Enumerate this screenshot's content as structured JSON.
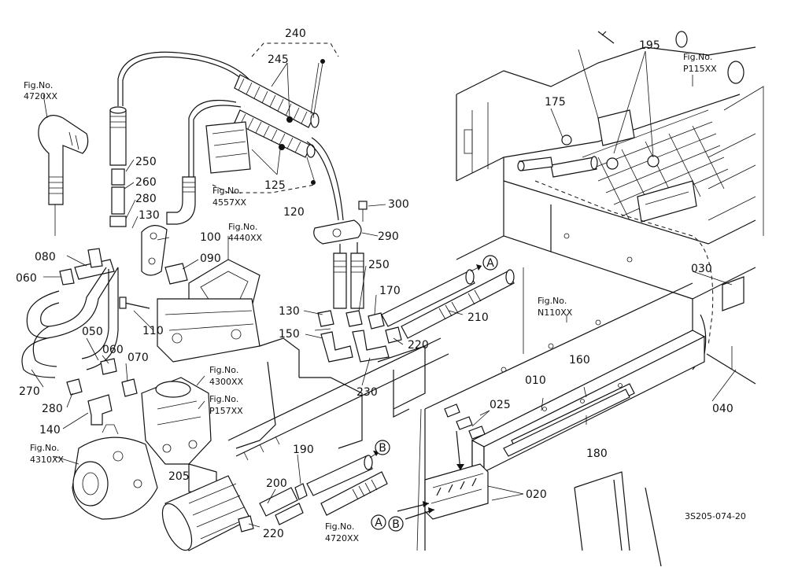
{
  "drawing_code": "3S205-074-20",
  "part_labels": [
    {
      "id": "p240",
      "text": "240"
    },
    {
      "id": "p245",
      "text": "245"
    },
    {
      "id": "p195",
      "text": "195"
    },
    {
      "id": "p175",
      "text": "175"
    },
    {
      "id": "p250a",
      "text": "250"
    },
    {
      "id": "p260",
      "text": "260"
    },
    {
      "id": "p280a",
      "text": "280"
    },
    {
      "id": "p130a",
      "text": "130"
    },
    {
      "id": "p125",
      "text": "125"
    },
    {
      "id": "p120",
      "text": "120"
    },
    {
      "id": "p300",
      "text": "300"
    },
    {
      "id": "p290",
      "text": "290"
    },
    {
      "id": "p100",
      "text": "100"
    },
    {
      "id": "p090",
      "text": "090"
    },
    {
      "id": "p080",
      "text": "080"
    },
    {
      "id": "p060a",
      "text": "060"
    },
    {
      "id": "p250b",
      "text": "250"
    },
    {
      "id": "p170",
      "text": "170"
    },
    {
      "id": "p210",
      "text": "210"
    },
    {
      "id": "p030",
      "text": "030"
    },
    {
      "id": "p130b",
      "text": "130"
    },
    {
      "id": "p150",
      "text": "150"
    },
    {
      "id": "p220a",
      "text": "220"
    },
    {
      "id": "p110",
      "text": "110"
    },
    {
      "id": "p050",
      "text": "050"
    },
    {
      "id": "p060b",
      "text": "060"
    },
    {
      "id": "p070",
      "text": "070"
    },
    {
      "id": "p160",
      "text": "160"
    },
    {
      "id": "p010",
      "text": "010"
    },
    {
      "id": "p230",
      "text": "230"
    },
    {
      "id": "p270",
      "text": "270"
    },
    {
      "id": "p280b",
      "text": "280"
    },
    {
      "id": "p025",
      "text": "025"
    },
    {
      "id": "p040",
      "text": "040"
    },
    {
      "id": "p140",
      "text": "140"
    },
    {
      "id": "p180",
      "text": "180"
    },
    {
      "id": "p200",
      "text": "200"
    },
    {
      "id": "p190",
      "text": "190"
    },
    {
      "id": "p205",
      "text": "205"
    },
    {
      "id": "p020",
      "text": "020"
    },
    {
      "id": "p220b",
      "text": "220"
    }
  ],
  "figure_refs": [
    {
      "id": "f4720a",
      "line1": "Fig.No.",
      "line2": "4720XX"
    },
    {
      "id": "f4557",
      "line1": "Fig.No.",
      "line2": "4557XX"
    },
    {
      "id": "f4440",
      "line1": "Fig.No.",
      "line2": "4440XX"
    },
    {
      "id": "fP115",
      "line1": "Fig.No.",
      "line2": "P115XX"
    },
    {
      "id": "fN110",
      "line1": "Fig.No.",
      "line2": "N110XX"
    },
    {
      "id": "f4300",
      "line1": "Fig.No.",
      "line2": "4300XX"
    },
    {
      "id": "fP157",
      "line1": "Fig.No.",
      "line2": "P157XX"
    },
    {
      "id": "f4310",
      "line1": "Fig.No.",
      "line2": "4310XX"
    },
    {
      "id": "f4720b",
      "line1": "Fig.No.",
      "line2": "4720XX"
    }
  ],
  "connectors": [
    {
      "id": "cA1",
      "text": "A"
    },
    {
      "id": "cB1",
      "text": "B"
    },
    {
      "id": "cA2",
      "text": "A"
    },
    {
      "id": "cB2",
      "text": "B"
    }
  ]
}
